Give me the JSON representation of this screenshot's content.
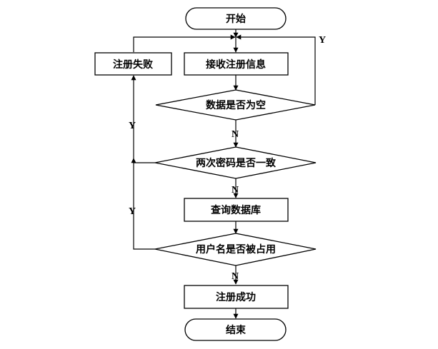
{
  "nodes": {
    "start": "开始",
    "receive": "接收注册信息",
    "empty_check": "数据是否为空",
    "password_check": "两次密码是否一致",
    "query_db": "查询数据库",
    "name_check": "用户名是否被占用",
    "success": "注册成功",
    "end": "结束",
    "fail": "注册失败"
  },
  "labels": {
    "yes": "Y",
    "no": "N"
  },
  "colors": {
    "stroke": "#000000",
    "fill": "#ffffff"
  }
}
